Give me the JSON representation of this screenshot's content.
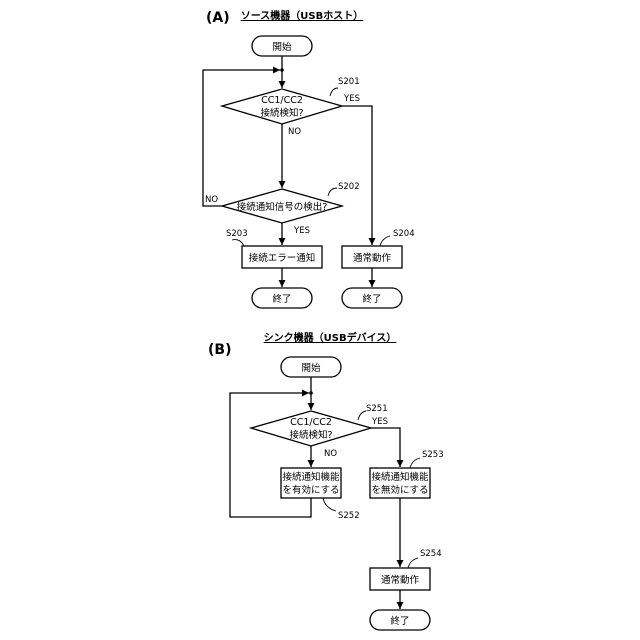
{
  "section_a": {
    "letter": "(A)",
    "title": "ソース機器（USBホスト）",
    "start": "開始",
    "s201_id": "S201",
    "s201_line1": "CC1/CC2",
    "s201_line2": "接続検知?",
    "s201_yes": "YES",
    "s201_no": "NO",
    "s202_id": "S202",
    "s202_text": "接続通知信号の検出?",
    "s202_yes": "YES",
    "s202_no": "NO",
    "s203_id": "S203",
    "s203_text": "接続エラー通知",
    "s204_id": "S204",
    "s204_text": "通常動作",
    "end_left": "終了",
    "end_right": "終了"
  },
  "section_b": {
    "letter": "(B)",
    "title": "シンク機器（USBデバイス）",
    "start": "開始",
    "s251_id": "S251",
    "s251_line1": "CC1/CC2",
    "s251_line2": "接続検知?",
    "s251_yes": "YES",
    "s251_no": "NO",
    "s252_id": "S252",
    "s252_line1": "接続通知機能",
    "s252_line2": "を有効にする",
    "s253_id": "S253",
    "s253_line1": "接続通知機能",
    "s253_line2": "を無効にする",
    "s254_id": "S254",
    "s254_text": "通常動作",
    "end": "終了"
  }
}
